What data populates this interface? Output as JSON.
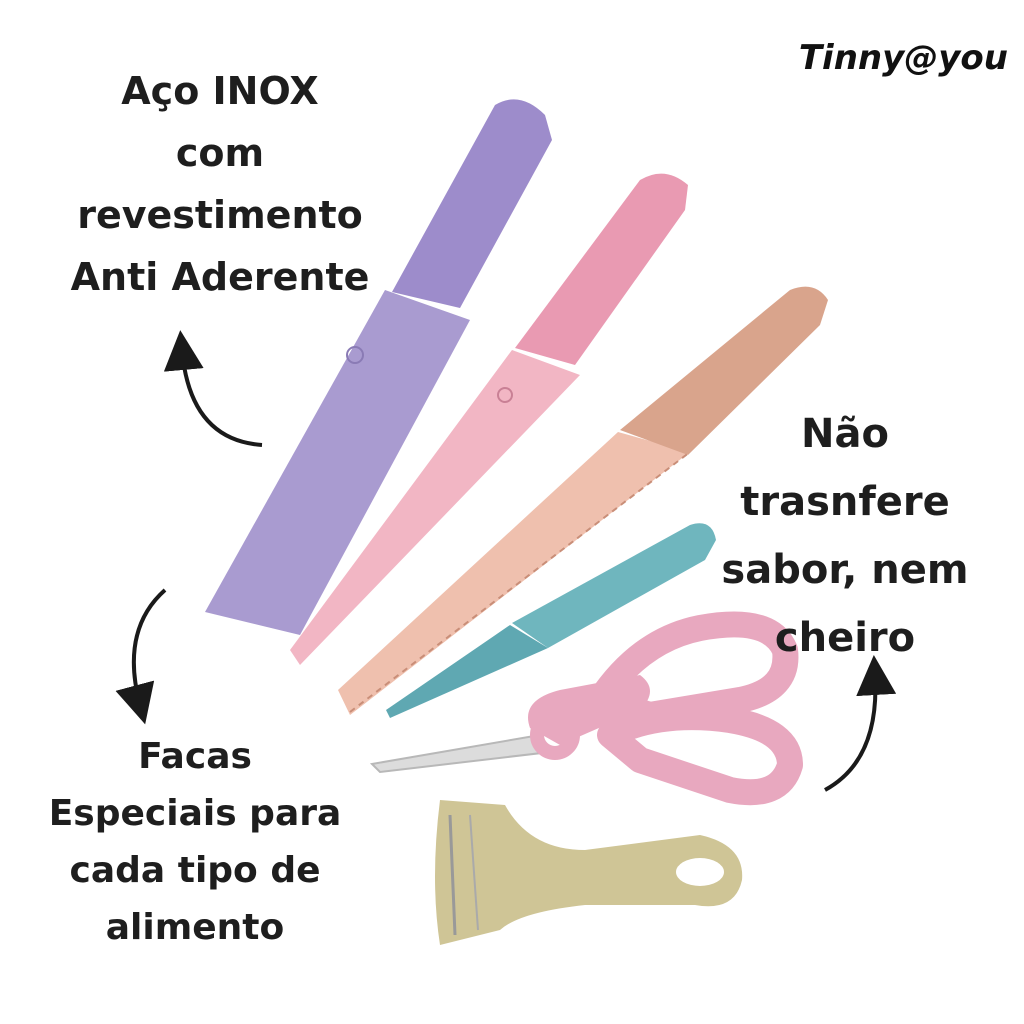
{
  "brand": {
    "text": "Tinny@you"
  },
  "captions": {
    "top_left": [
      "Aço INOX",
      "com",
      "revestimento",
      "Anti Aderente"
    ],
    "right": [
      "Não",
      "trasnfere",
      "sabor, nem",
      "cheiro"
    ],
    "bottom_left": [
      "Facas",
      "Especiais para",
      "cada tipo de",
      "alimento"
    ]
  },
  "colors": {
    "chef_knife": "#a99bd0",
    "bread_knife_pink": "#f2b6c4",
    "bread_knife_tan": "#d9a48c",
    "paring_knife": "#6fb6be",
    "scissors": "#e8a8bf",
    "peeler": "#cfc596",
    "arrow": "#1a1a1a"
  },
  "items": [
    "chef-knife",
    "pink-slicer-knife",
    "tan-bread-knife",
    "teal-paring-knife",
    "pink-scissors",
    "beige-peeler"
  ]
}
